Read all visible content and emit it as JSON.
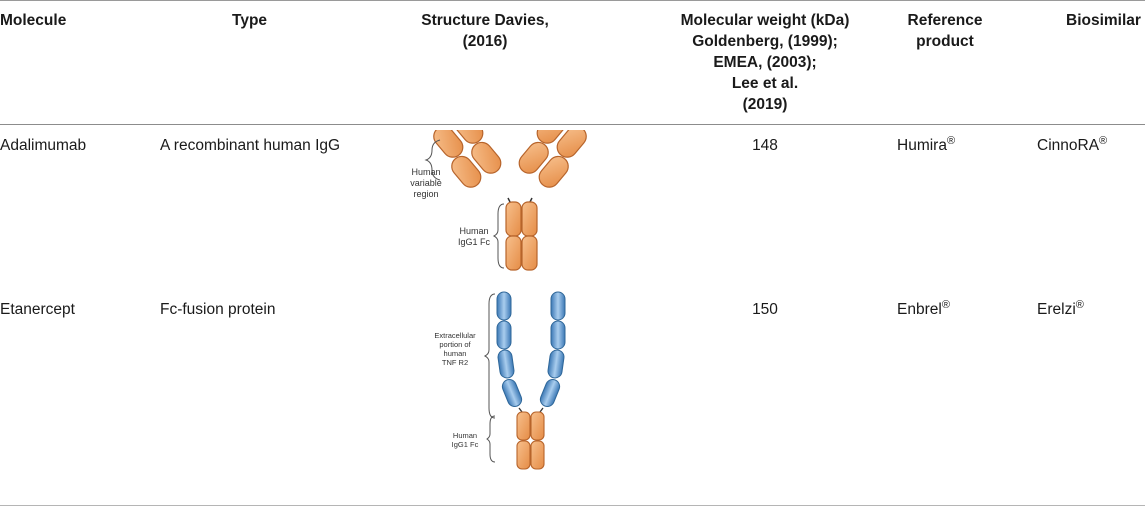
{
  "headers": {
    "molecule": "Molecule",
    "type": "Type",
    "structure": [
      "Structure Davies,",
      "(2016)"
    ],
    "mw": [
      "Molecular weight (kDa)",
      "Goldenberg, (1999);",
      "EMEA, (2003);",
      "Lee et al.",
      "(2019)"
    ],
    "reference": [
      "Reference",
      "product"
    ],
    "biosimilar": "Biosimilar"
  },
  "rows": [
    {
      "molecule": "Adalimumab",
      "type": "A recombinant human IgG",
      "mw": "148",
      "reference": "Humira",
      "reference_mark": "®",
      "biosimilar": "CinnoRA",
      "biosimilar_mark": "®",
      "diagram_labels": {
        "variable": [
          "Human",
          "variable",
          "region"
        ],
        "fc": [
          "Human",
          "IgG1 Fc"
        ]
      }
    },
    {
      "molecule": "Etanercept",
      "type": "Fc-fusion protein",
      "mw": "150",
      "reference": "Enbrel",
      "reference_mark": "®",
      "biosimilar": "Erelzi",
      "biosimilar_mark": "®",
      "diagram_labels": {
        "extracellular": [
          "Extracellular",
          "portion of",
          "human",
          "TNF R2"
        ],
        "fc": [
          "Human",
          "IgG1 Fc"
        ]
      }
    }
  ],
  "colors": {
    "orange": "#f0a060",
    "orange_dark": "#c0703a",
    "blue": "#4f8fc8",
    "blue_dark": "#2f6799"
  }
}
